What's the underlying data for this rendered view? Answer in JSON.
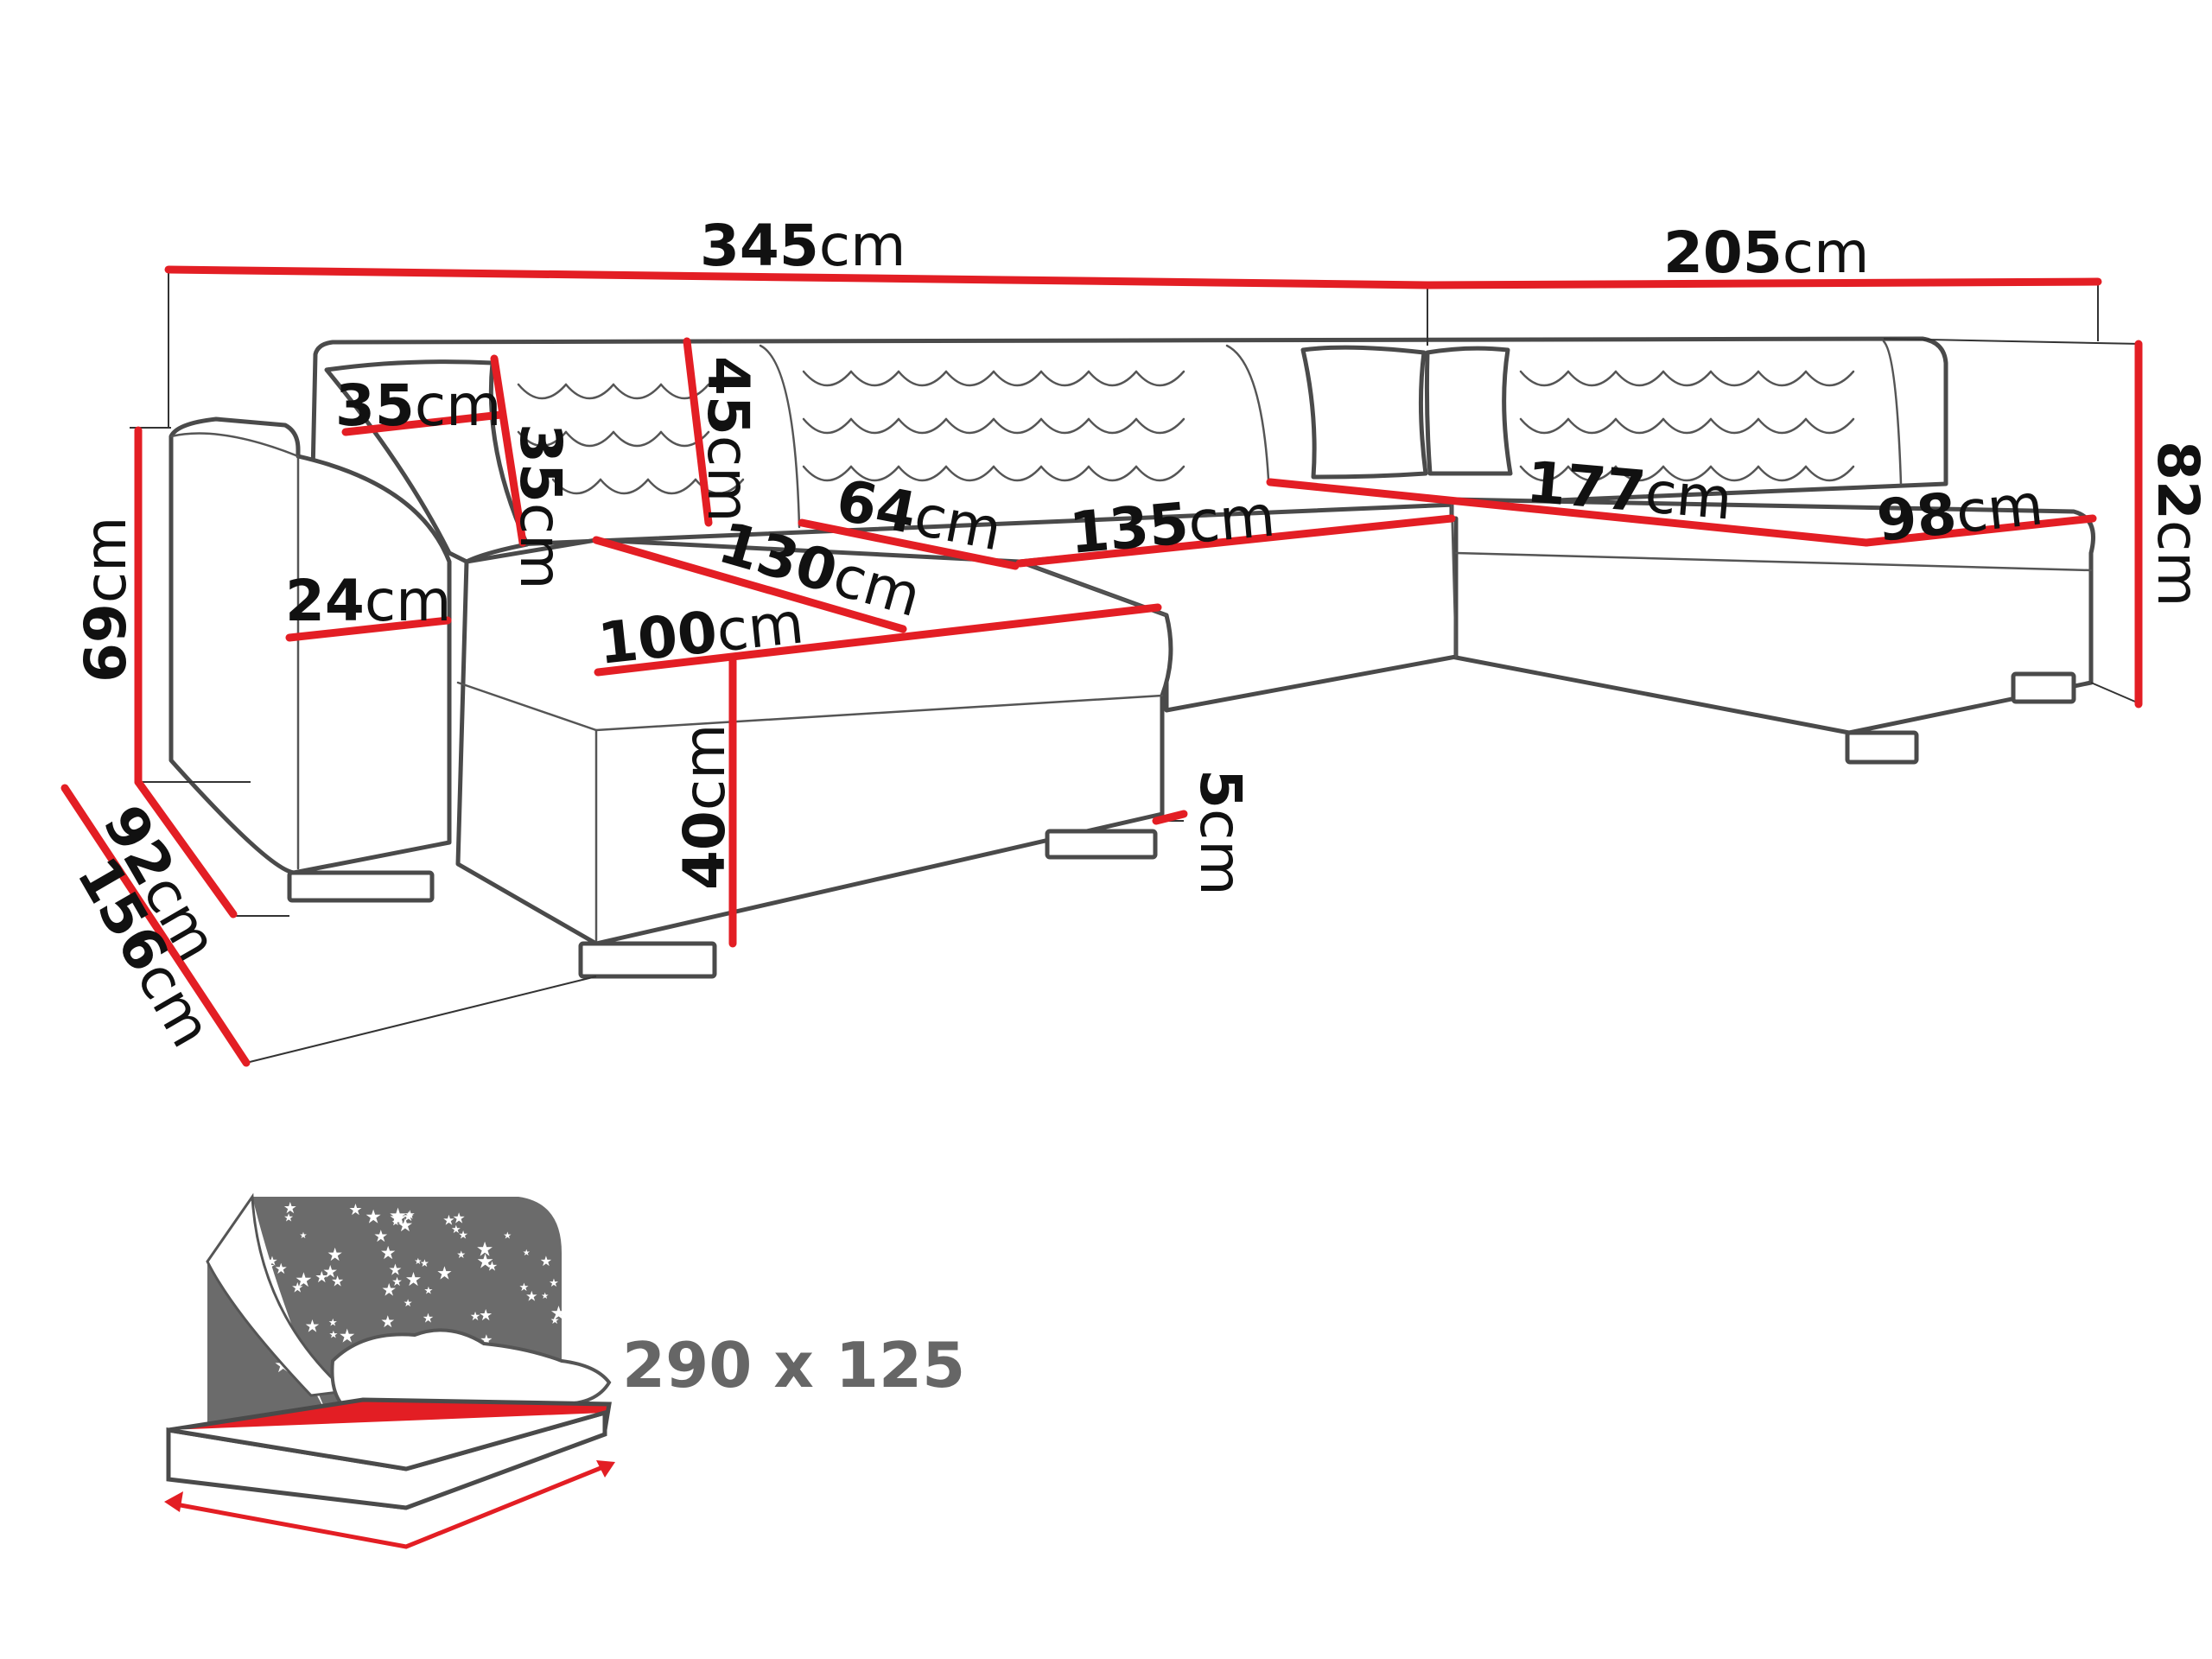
{
  "unit": "cm",
  "dimensions": {
    "total_width": "345",
    "corner_width": "205",
    "height_right": "82",
    "height_left": "69",
    "depth_arm": "92",
    "depth_chaise": "156",
    "cushion_width": "35",
    "cushion_height": "35",
    "backrest_height": "45",
    "armrest_width": "24",
    "seat_height": "40",
    "leg_height": "5",
    "chaise_length": "130",
    "chaise_width": "100",
    "seat_depth": "64",
    "middle_width": "135",
    "right_width": "177",
    "right_depth": "98"
  },
  "bed": {
    "size": "290 x 125"
  },
  "colors": {
    "dimension_line": "#e31e24",
    "outline": "#4a4a4a",
    "bed_mattress": "#e31e24",
    "bed_panel": "#6b6b6b"
  }
}
